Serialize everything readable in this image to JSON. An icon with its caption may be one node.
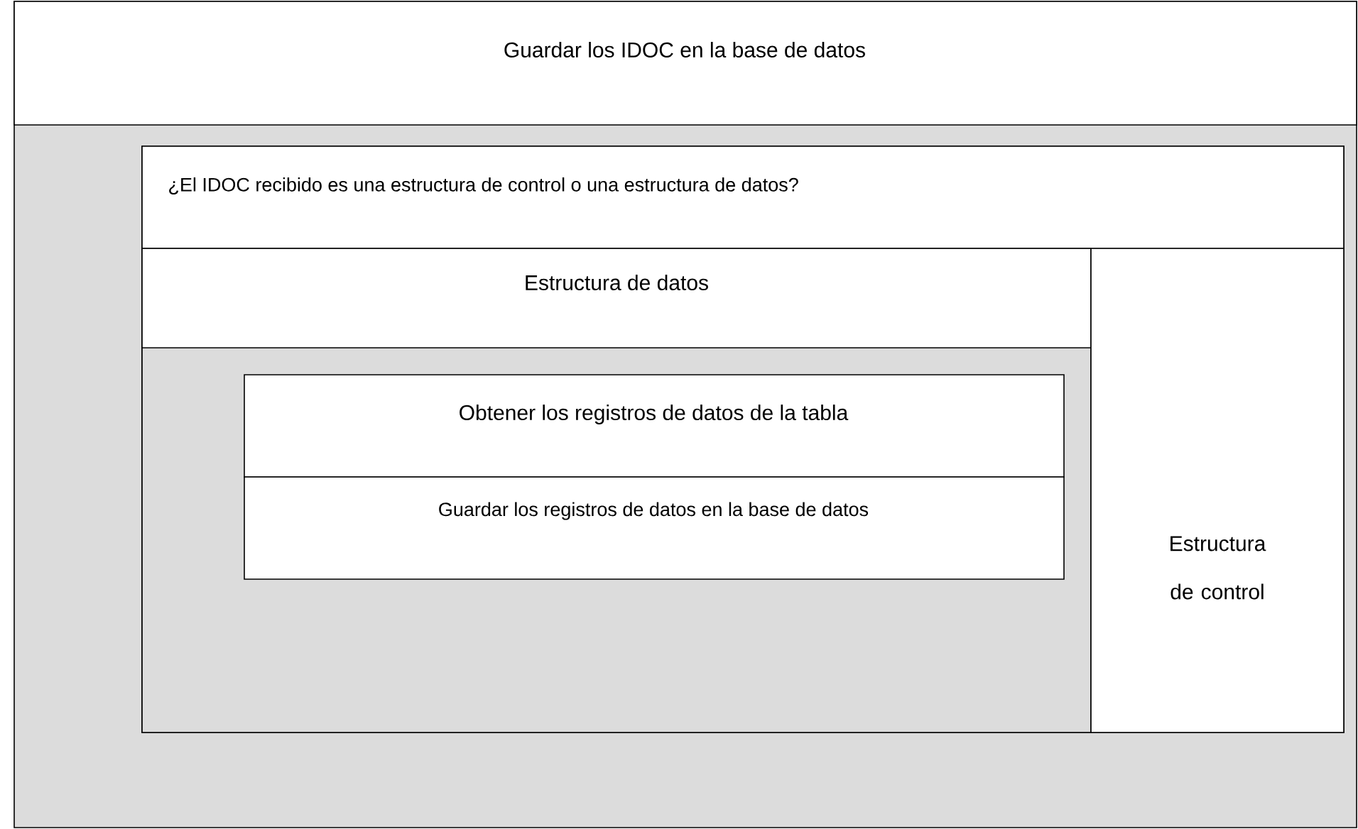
{
  "diagram": {
    "nodes": [
      {
        "text": [
          "Guardar los IDOC en la base de datos"
        ]
      },
      {
        "text": [
          "¿El IDOC recibido es una estructura de control o una estructura de datos?"
        ],
        "in": 0
      },
      {
        "text": [
          "Estructura de datos"
        ],
        "in": 1
      },
      {
        "text": [
          "Obtener los registros de datos de la tabla"
        ],
        "in": 2
      },
      {
        "text": [
          "Guardar los registros de datos en la base de datos"
        ],
        "in": 2
      },
      {
        "text": [
          "Estructura de control"
        ],
        "in": 1
      }
    ]
  }
}
